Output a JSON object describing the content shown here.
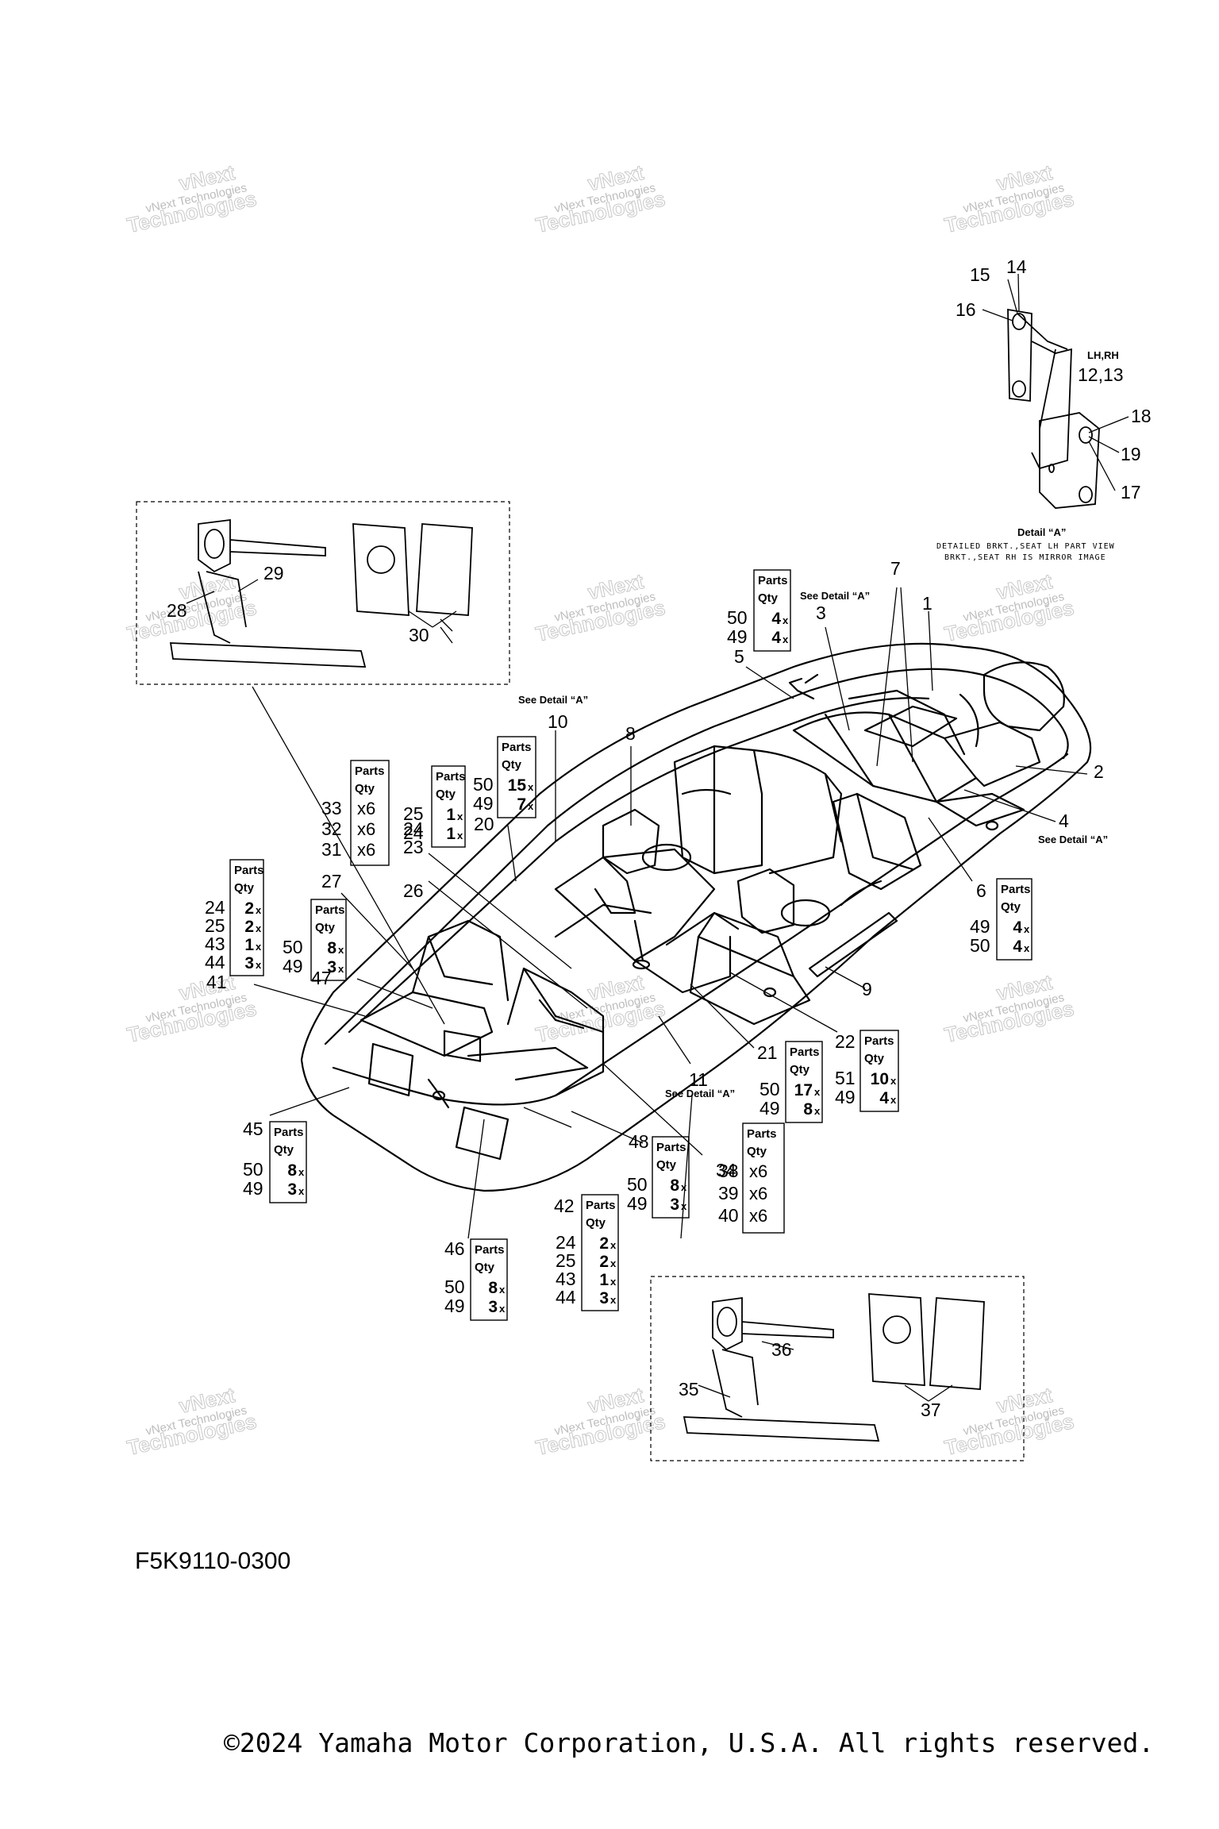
{
  "watermark": {
    "line1": "vNext Technologies",
    "line2": "vNext",
    "line3": "Technologies"
  },
  "detail_a": {
    "title": "Detail “A”",
    "caption_1": "DETAILED BRKT.,SEAT LH PART VIEW",
    "caption_2": "BRKT.,SEAT RH IS MIRROR IMAGE",
    "side_label": "LH,RH",
    "callouts": [
      "15",
      "14",
      "16",
      "12,13",
      "18",
      "19",
      "17"
    ]
  },
  "see_detail": "See Detail “A”",
  "callouts": [
    "1",
    "2",
    "3",
    "4",
    "5",
    "6",
    "7",
    "8",
    "9",
    "10",
    "11",
    "20",
    "21",
    "22",
    "23",
    "24",
    "26",
    "27",
    "28",
    "29",
    "30",
    "34",
    "35",
    "36",
    "37",
    "41",
    "42",
    "45",
    "46",
    "47",
    "48"
  ],
  "qty_header": [
    "Parts",
    "Qty"
  ],
  "qty_boxes": [
    {
      "rows": [
        [
          "50",
          "4"
        ],
        [
          "49",
          "4"
        ]
      ]
    },
    {
      "rows": [
        [
          "33",
          "x6"
        ],
        [
          "32",
          "x6"
        ],
        [
          "31",
          "x6"
        ]
      ]
    },
    {
      "rows": [
        [
          "25",
          "1"
        ],
        [
          "24",
          "1"
        ]
      ]
    },
    {
      "rows": [
        [
          "50",
          "15"
        ],
        [
          "49",
          "7"
        ]
      ]
    },
    {
      "rows": [
        [
          "24",
          "2"
        ],
        [
          "25",
          "2"
        ],
        [
          "43",
          "1"
        ],
        [
          "44",
          "3"
        ]
      ]
    },
    {
      "rows": [
        [
          "50",
          "8"
        ],
        [
          "49",
          "3"
        ]
      ]
    },
    {
      "rows": [
        [
          "49",
          "4"
        ],
        [
          "50",
          "4"
        ]
      ]
    },
    {
      "rows": [
        [
          "50",
          "17"
        ],
        [
          "49",
          "8"
        ]
      ]
    },
    {
      "rows": [
        [
          "51",
          "10"
        ],
        [
          "49",
          "4"
        ]
      ]
    },
    {
      "rows": [
        [
          "38",
          "x6"
        ],
        [
          "39",
          "x6"
        ],
        [
          "40",
          "x6"
        ]
      ]
    },
    {
      "rows": [
        [
          "50",
          "8"
        ],
        [
          "49",
          "3"
        ]
      ]
    },
    {
      "rows": [
        [
          "50",
          "8"
        ],
        [
          "49",
          "3"
        ]
      ]
    },
    {
      "rows": [
        [
          "24",
          "2"
        ],
        [
          "25",
          "2"
        ],
        [
          "43",
          "1"
        ],
        [
          "44",
          "3"
        ]
      ]
    },
    {
      "rows": [
        [
          "50",
          "8"
        ],
        [
          "49",
          "3"
        ]
      ]
    }
  ],
  "mult": "x",
  "figure_code": "F5K9110-0300",
  "copyright": "©2024 Yamaha Motor Corporation, U.S.A. All rights reserved."
}
